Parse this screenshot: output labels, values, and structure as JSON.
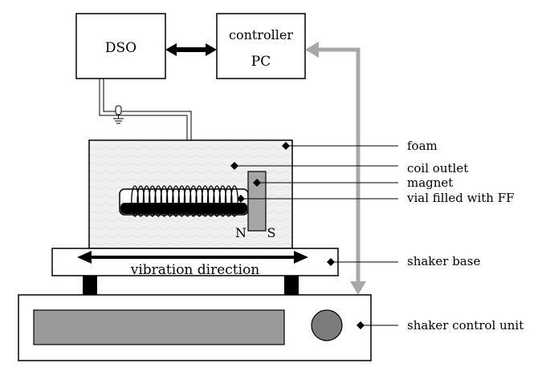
{
  "boxes": {
    "dso": "DSO",
    "controller_line1": "controller",
    "controller_line2": "PC"
  },
  "magnet_poles": {
    "north": "N",
    "south": "S"
  },
  "shaker_base_text": "vibration direction",
  "callouts": {
    "foam": "foam",
    "coil_outlet": "coil outlet",
    "magnet": "magnet",
    "vial": "vial filled with FF",
    "shaker_base": "shaker base",
    "shaker_control_unit": "shaker control unit"
  },
  "colors": {
    "foam_fill": "#eeeeee",
    "magnet_fill": "#a6a6a6",
    "vial_fill": "#ffffff",
    "vial_liquid": "#000000",
    "display_fill": "#9a9a9a",
    "knob_fill": "#7c7c7c",
    "grey_arrow": "#a8a8a8"
  },
  "icons": {
    "probe": "oscilloscope-probe-ground-icon",
    "link_dso_pc": "double-arrow-icon",
    "link_pc_shaker": "grey-double-arrow-icon"
  }
}
